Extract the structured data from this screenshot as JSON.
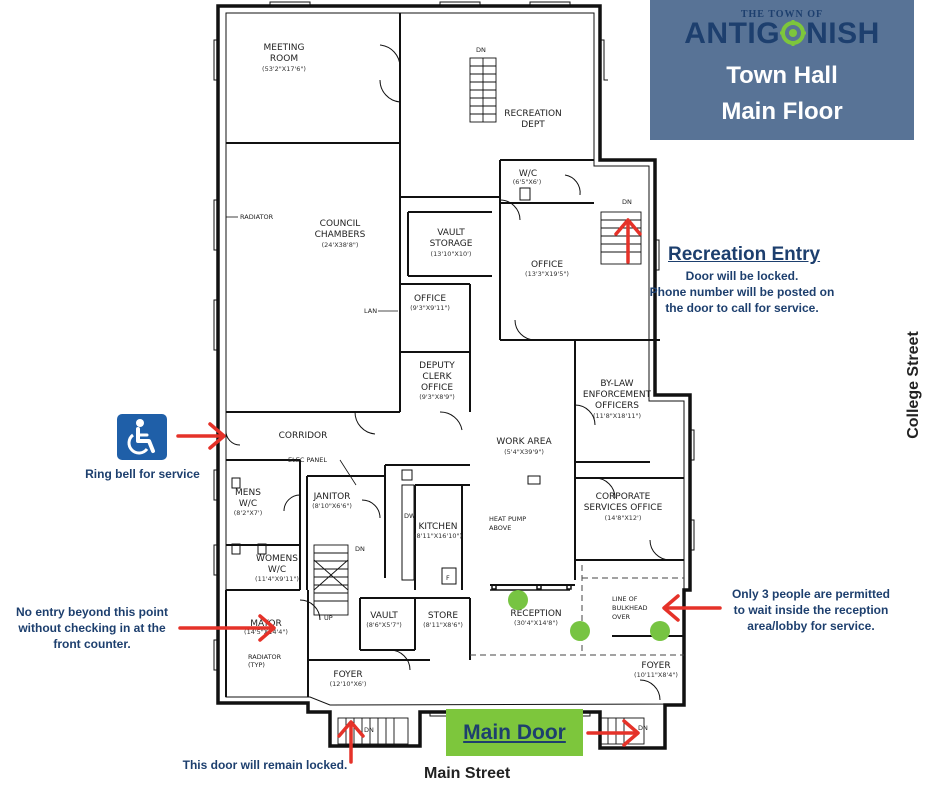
{
  "title_box": {
    "brand_small": "THE TOWN OF",
    "brand_left": "ANTIG",
    "brand_right": "NISH",
    "title_line1": "Town Hall",
    "title_line2": "Main Floor"
  },
  "rooms": {
    "meeting_room": {
      "name_1": "MEETING",
      "name_2": "ROOM",
      "dim": "(53'2\"X17'6\")"
    },
    "recreation": {
      "name_1": "RECREATION",
      "name_2": "DEPT"
    },
    "wc": {
      "name": "W/C",
      "dim": "(6'5\"X6')"
    },
    "council": {
      "name_1": "COUNCIL",
      "name_2": "CHAMBERS",
      "dim": "(24'X38'8\")"
    },
    "vault_storage": {
      "name_1": "VAULT",
      "name_2": "STORAGE",
      "dim": "(13'10\"X10')"
    },
    "office_large": {
      "name": "OFFICE",
      "dim": "(13'3\"X19'5\")"
    },
    "office_small": {
      "name": "OFFICE",
      "dim": "(9'3\"X9'11\")"
    },
    "deputy": {
      "name_1": "DEPUTY",
      "name_2": "CLERK",
      "name_3": "OFFICE",
      "dim": "(9'3\"X8'9\")"
    },
    "bylaw": {
      "name_1": "BY-LAW",
      "name_2": "ENFORCEMENT",
      "name_3": "OFFICERS",
      "dim": "(11'8\"X18'11\")"
    },
    "corridor": {
      "name": "CORRIDOR"
    },
    "work_area": {
      "name": "WORK AREA",
      "dim": "(5'4\"X39'9\")"
    },
    "corporate": {
      "name_1": "CORPORATE",
      "name_2": "SERVICES OFFICE",
      "dim": "(14'8\"X12')"
    },
    "mens": {
      "name_1": "MENS",
      "name_2": "W/C",
      "dim": "(8'2\"X7')"
    },
    "janitor": {
      "name": "JANITOR",
      "dim": "(8'10\"X6'6\")"
    },
    "kitchen": {
      "name": "KITCHEN",
      "dim": "(8'11\"X16'10\")"
    },
    "womens": {
      "name_1": "WOMENS",
      "name_2": "W/C",
      "dim": "(11'4\"X9'11\")"
    },
    "mayor": {
      "name": "MAYOR",
      "dim": "(14'5\"X14'4\")"
    },
    "vault": {
      "name": "VAULT",
      "dim": "(8'6\"X5'7\")"
    },
    "store": {
      "name": "STORE",
      "dim": "(8'11\"X8'6\")"
    },
    "reception": {
      "name": "RECEPTION",
      "dim": "(30'4\"X14'8\")"
    },
    "foyer_left": {
      "name": "FOYER",
      "dim": "(12'10\"X6')"
    },
    "foyer_right": {
      "name": "FOYER",
      "dim": "(10'11\"X8'4\")"
    }
  },
  "plan_notes": {
    "radiator": "RADIATOR",
    "radiator_typ": "RADIATOR",
    "radiator_typ_2": "(TYP)",
    "lan": "LAN",
    "elec_panel": "ELEC PANEL",
    "heat_pump_1": "HEAT PUMP",
    "heat_pump_2": "ABOVE",
    "bulkhead_1": "LINE OF",
    "bulkhead_2": "BULKHEAD",
    "bulkhead_3": "OVER",
    "dn": "DN",
    "up": "UP",
    "dw": "DW",
    "f": "F"
  },
  "annotations": {
    "recreation_entry_title": "Recreation Entry",
    "recreation_entry_line1": "Door will be locked.",
    "recreation_entry_line2": "Phone number will be posted on",
    "recreation_entry_line3": "the door to call for service.",
    "ring_bell": "Ring bell for service",
    "no_entry_1": "No entry beyond this point",
    "no_entry_2": "without checking in at the",
    "no_entry_3": "front counter.",
    "only_three_1": "Only 3 people are permitted",
    "only_three_2": "to wait inside the reception",
    "only_three_3": "area/lobby for service.",
    "door_locked": "This door will remain locked.",
    "main_door": "Main Door"
  },
  "streets": {
    "bottom": "Main Street",
    "right": "College Street"
  },
  "colors": {
    "title_box": "#587396",
    "brand": "#1d3f6e",
    "arrow": "#e53229",
    "main_door": "#7dc63c",
    "waiting_dot": "#77c442",
    "accessibility": "#1f5fa8"
  },
  "icons": {
    "accessibility": "wheelchair-icon",
    "brand_o": "gear-icon"
  },
  "waiting_spots": 3
}
